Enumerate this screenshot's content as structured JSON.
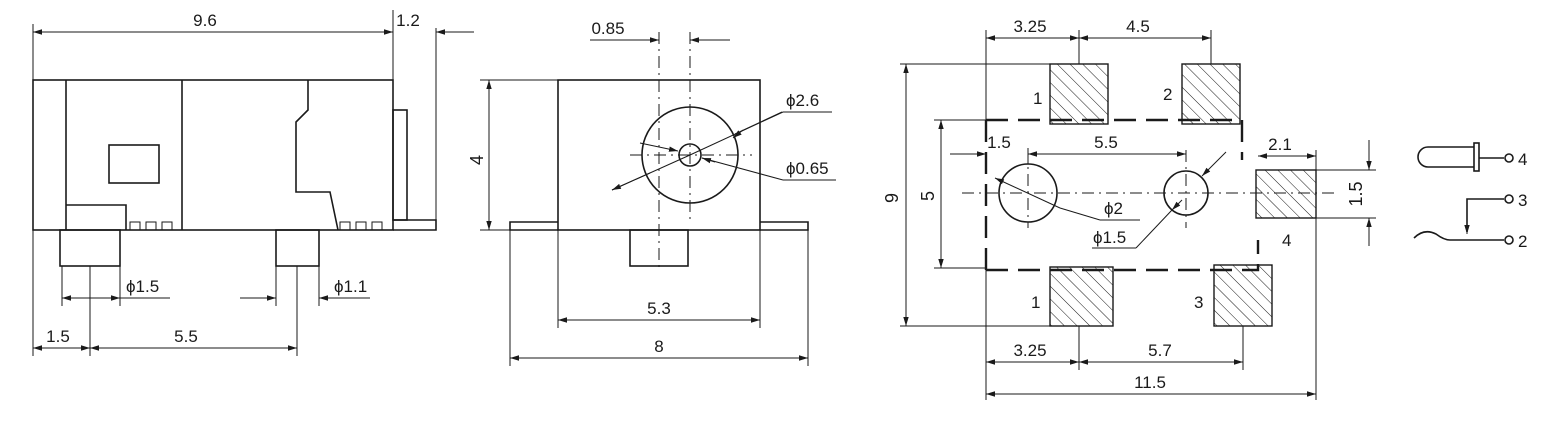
{
  "side_view": {
    "dims": {
      "length": "9.6",
      "tab": "1.2",
      "peg_offset": "1.5",
      "peg_spacing": "5.5",
      "peg_dia_a": "ϕ1.5",
      "peg_dia_b": "ϕ1.1"
    }
  },
  "front_view": {
    "dims": {
      "offset": "0.85",
      "height": "4",
      "hole_outer": "ϕ2.6",
      "hole_inner": "ϕ0.65",
      "body_width": "5.3",
      "overall_width": "8"
    }
  },
  "footprint": {
    "dims": {
      "top_left": "3.25",
      "top_right": "4.5",
      "height_outer": "9",
      "height_inner": "5",
      "hole_offset": "1.5",
      "hole_spacing": "5.5",
      "pad_offset_right": "2.1",
      "pad_height": "1.5",
      "hole_large": "ϕ2",
      "hole_small": "ϕ1.5",
      "bottom_left": "3.25",
      "bottom_mid": "5.7",
      "total_width": "11.5"
    },
    "pins": [
      "1",
      "2",
      "1",
      "3",
      "4"
    ]
  },
  "schematic": {
    "pins": [
      "4",
      "3",
      "2"
    ]
  }
}
